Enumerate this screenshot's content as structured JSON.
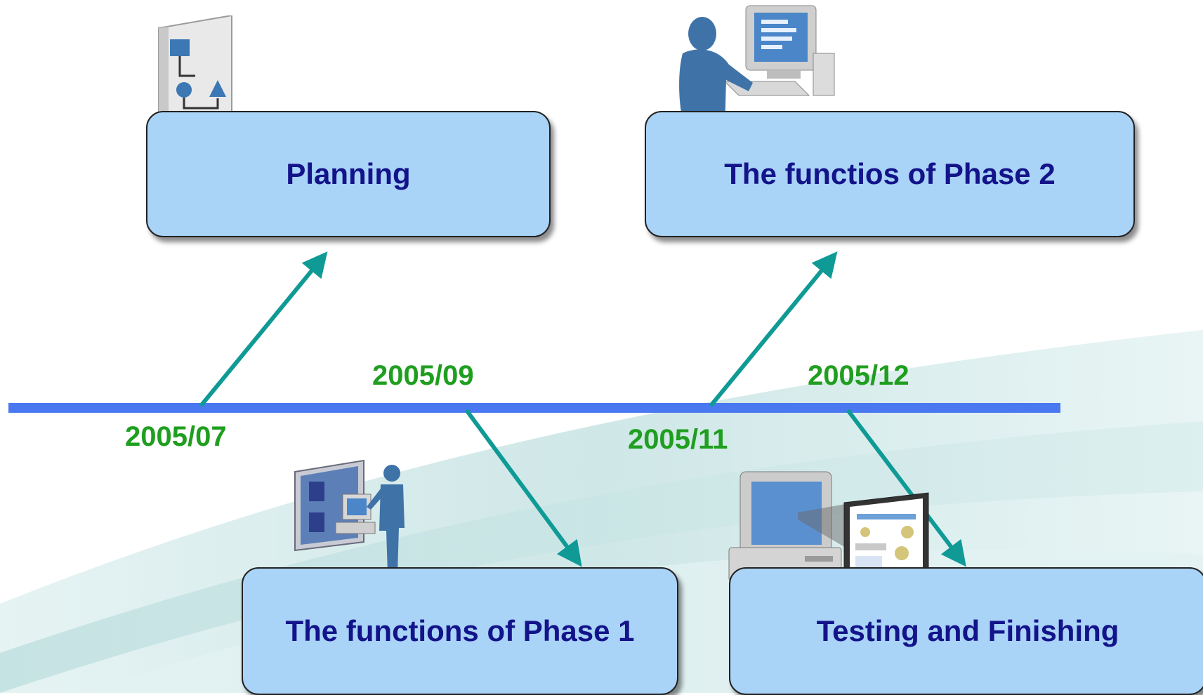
{
  "colors": {
    "timeline": "#4a78f0",
    "arrow": "#0f9a96",
    "box_fill": "#a9d3f7",
    "box_text": "#13138a",
    "date_text": "#1f9e1f",
    "swoosh": "#cfe7e7"
  },
  "phases": [
    {
      "label": "Planning",
      "icon": "flowchart-document-icon"
    },
    {
      "label": "The functios of Phase 2",
      "icon": "user-at-computer-icon"
    },
    {
      "label": "The functions of Phase 1",
      "icon": "user-presenting-screen-icon"
    },
    {
      "label": "Testing and Finishing",
      "icon": "computer-with-report-icon"
    }
  ],
  "dates": [
    "2005/07",
    "2005/09",
    "2005/11",
    "2005/12"
  ]
}
